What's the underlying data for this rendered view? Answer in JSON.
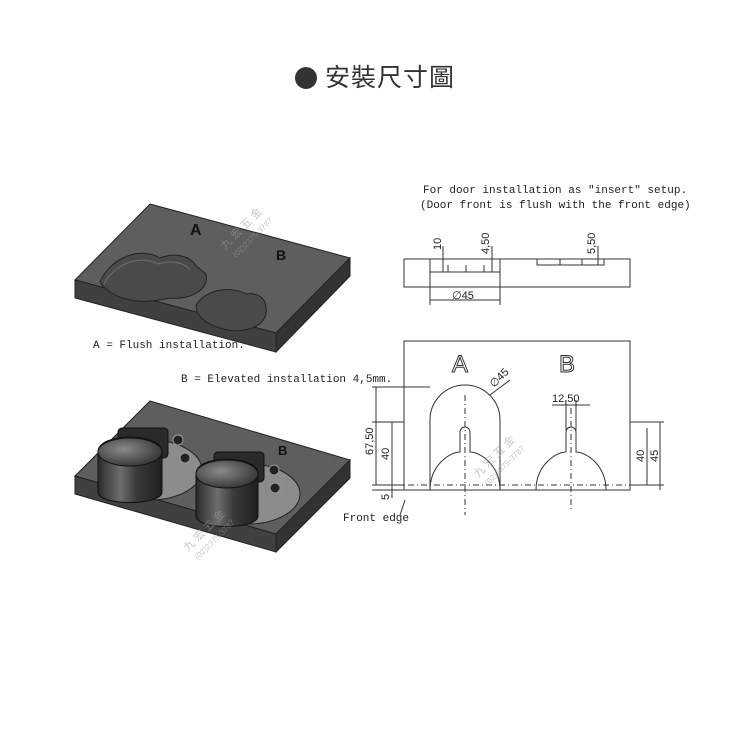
{
  "title": "安裝尺寸圖",
  "notes": {
    "door_line1": "For door installation as \"insert\" setup.",
    "door_line2": "(Door front is flush with the front edge)",
    "flush": "A = Flush installation.",
    "elevated": "B = Elevated installation 4,5mm.",
    "front_edge": "Front edge"
  },
  "labels": {
    "a": "A",
    "b": "B"
  },
  "dimensions": {
    "top_10": "10",
    "top_450": "4,50",
    "top_550": "5,50",
    "diameter_top": "∅45",
    "diameter_plan": "∅45",
    "width_1250": "12,50",
    "height_6750": "67,50",
    "height_40_left": "40",
    "height_5": "5",
    "height_40_right": "40",
    "height_45": "45"
  },
  "watermark": {
    "name": "九 宏 五 金",
    "phone": "(02)2375-3787"
  },
  "colors": {
    "plate": "#5c5c5c",
    "plate_dark": "#3e3e3e",
    "line": "#333333",
    "dim": "#444444"
  }
}
